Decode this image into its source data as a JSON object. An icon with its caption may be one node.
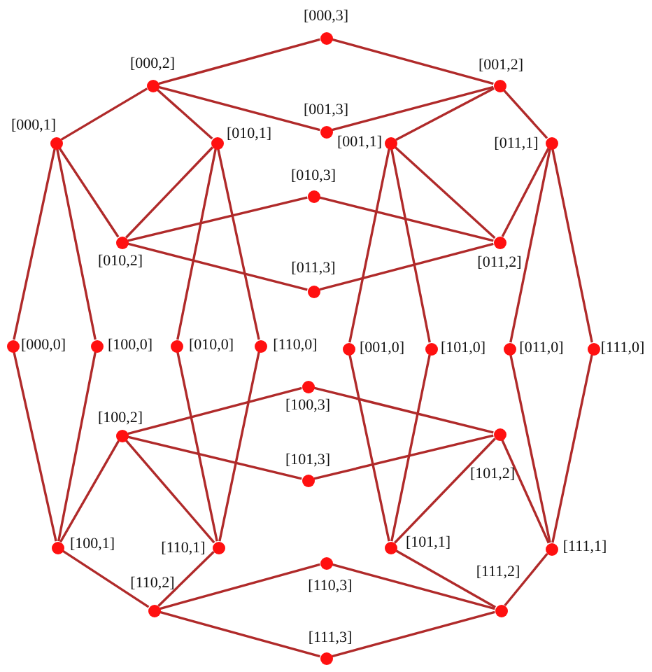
{
  "diagram": {
    "nodes": [
      {
        "text": [],
        "shape": "circle",
        "beside": [
          "[000,3]"
        ]
      },
      {
        "text": [],
        "shape": "circle",
        "beside": [
          "[000,2]"
        ]
      },
      {
        "text": [],
        "shape": "circle",
        "beside": [
          "[001,2]"
        ]
      },
      {
        "text": [],
        "shape": "circle",
        "beside": [
          "[001,3]"
        ]
      },
      {
        "text": [],
        "shape": "circle",
        "beside": [
          "[000,1]"
        ]
      },
      {
        "text": [],
        "shape": "circle",
        "beside": [
          "[010,1]"
        ]
      },
      {
        "text": [],
        "shape": "circle",
        "beside": [
          "[001,1]"
        ]
      },
      {
        "text": [],
        "shape": "circle",
        "beside": [
          "[011,1]"
        ]
      },
      {
        "text": [],
        "shape": "circle",
        "beside": [
          "[010,3]"
        ]
      },
      {
        "text": [],
        "shape": "circle",
        "beside": [
          "[010,2]"
        ]
      },
      {
        "text": [],
        "shape": "circle",
        "beside": [
          "[011,2]"
        ]
      },
      {
        "text": [],
        "shape": "circle",
        "beside": [
          "[011,3]"
        ]
      },
      {
        "text": [],
        "shape": "circle",
        "beside": [
          "[000,0]"
        ]
      },
      {
        "text": [],
        "shape": "circle",
        "beside": [
          "[100,0]"
        ]
      },
      {
        "text": [],
        "shape": "circle",
        "beside": [
          "[010,0]"
        ]
      },
      {
        "text": [],
        "shape": "circle",
        "beside": [
          "[110,0]"
        ]
      },
      {
        "text": [],
        "shape": "circle",
        "beside": [
          "[001,0]"
        ]
      },
      {
        "text": [],
        "shape": "circle",
        "beside": [
          "[101,0]"
        ]
      },
      {
        "text": [],
        "shape": "circle",
        "beside": [
          "[011,0]"
        ]
      },
      {
        "text": [],
        "shape": "circle",
        "beside": [
          "[111,0]"
        ]
      },
      {
        "text": [],
        "shape": "circle",
        "beside": [
          "[100,3]"
        ]
      },
      {
        "text": [],
        "shape": "circle",
        "beside": [
          "[100,2]"
        ]
      },
      {
        "text": [],
        "shape": "circle",
        "beside": [
          "[101,2]"
        ]
      },
      {
        "text": [],
        "shape": "circle",
        "beside": [
          "[101,3]"
        ]
      },
      {
        "text": [],
        "shape": "circle",
        "beside": [
          "[100,1]"
        ]
      },
      {
        "text": [],
        "shape": "circle",
        "beside": [
          "[110,1]"
        ]
      },
      {
        "text": [],
        "shape": "circle",
        "beside": [
          "[101,1]"
        ]
      },
      {
        "text": [],
        "shape": "circle",
        "beside": [
          "[111,1]"
        ]
      },
      {
        "text": [],
        "shape": "circle",
        "beside": [
          "[110,3]"
        ]
      },
      {
        "text": [],
        "shape": "circle",
        "beside": [
          "[110,2]"
        ]
      },
      {
        "text": [],
        "shape": "circle",
        "beside": [
          "[111,2]"
        ]
      },
      {
        "text": [],
        "shape": "circle",
        "beside": [
          "[111,3]"
        ]
      }
    ],
    "edges": [
      {
        "from": 1,
        "to": 0,
        "arrow": "none"
      },
      {
        "from": 1,
        "to": 3,
        "arrow": "none"
      },
      {
        "from": 1,
        "to": 4,
        "arrow": "none"
      },
      {
        "from": 1,
        "to": 5,
        "arrow": "none"
      },
      {
        "from": 0,
        "to": 2,
        "arrow": "none"
      },
      {
        "from": 3,
        "to": 2,
        "arrow": "none"
      },
      {
        "from": 2,
        "to": 6,
        "arrow": "none"
      },
      {
        "from": 2,
        "to": 7,
        "arrow": "none"
      },
      {
        "from": 4,
        "to": 9,
        "arrow": "none"
      },
      {
        "from": 5,
        "to": 9,
        "arrow": "none"
      },
      {
        "from": 6,
        "to": 10,
        "arrow": "none"
      },
      {
        "from": 7,
        "to": 10,
        "arrow": "none"
      },
      {
        "from": 9,
        "to": 8,
        "arrow": "none"
      },
      {
        "from": 9,
        "to": 11,
        "arrow": "none"
      },
      {
        "from": 8,
        "to": 10,
        "arrow": "none"
      },
      {
        "from": 11,
        "to": 10,
        "arrow": "none"
      },
      {
        "from": 4,
        "to": 12,
        "arrow": "none"
      },
      {
        "from": 4,
        "to": 13,
        "arrow": "none"
      },
      {
        "from": 5,
        "to": 14,
        "arrow": "none"
      },
      {
        "from": 5,
        "to": 15,
        "arrow": "none"
      },
      {
        "from": 6,
        "to": 16,
        "arrow": "none"
      },
      {
        "from": 6,
        "to": 17,
        "arrow": "none"
      },
      {
        "from": 7,
        "to": 18,
        "arrow": "none"
      },
      {
        "from": 7,
        "to": 19,
        "arrow": "none"
      },
      {
        "from": 12,
        "to": 24,
        "arrow": "none"
      },
      {
        "from": 13,
        "to": 24,
        "arrow": "none"
      },
      {
        "from": 14,
        "to": 25,
        "arrow": "none"
      },
      {
        "from": 15,
        "to": 25,
        "arrow": "none"
      },
      {
        "from": 16,
        "to": 26,
        "arrow": "none"
      },
      {
        "from": 17,
        "to": 26,
        "arrow": "none"
      },
      {
        "from": 18,
        "to": 27,
        "arrow": "none"
      },
      {
        "from": 19,
        "to": 27,
        "arrow": "none"
      },
      {
        "from": 21,
        "to": 20,
        "arrow": "none"
      },
      {
        "from": 21,
        "to": 23,
        "arrow": "none"
      },
      {
        "from": 20,
        "to": 22,
        "arrow": "none"
      },
      {
        "from": 23,
        "to": 22,
        "arrow": "none"
      },
      {
        "from": 21,
        "to": 24,
        "arrow": "none"
      },
      {
        "from": 21,
        "to": 25,
        "arrow": "none"
      },
      {
        "from": 22,
        "to": 26,
        "arrow": "none"
      },
      {
        "from": 22,
        "to": 27,
        "arrow": "none"
      },
      {
        "from": 24,
        "to": 29,
        "arrow": "none"
      },
      {
        "from": 25,
        "to": 29,
        "arrow": "none"
      },
      {
        "from": 26,
        "to": 30,
        "arrow": "none"
      },
      {
        "from": 27,
        "to": 30,
        "arrow": "none"
      },
      {
        "from": 29,
        "to": 28,
        "arrow": "none"
      },
      {
        "from": 29,
        "to": 31,
        "arrow": "none"
      },
      {
        "from": 28,
        "to": 30,
        "arrow": "none"
      },
      {
        "from": 31,
        "to": 30,
        "arrow": "none"
      }
    ]
  }
}
